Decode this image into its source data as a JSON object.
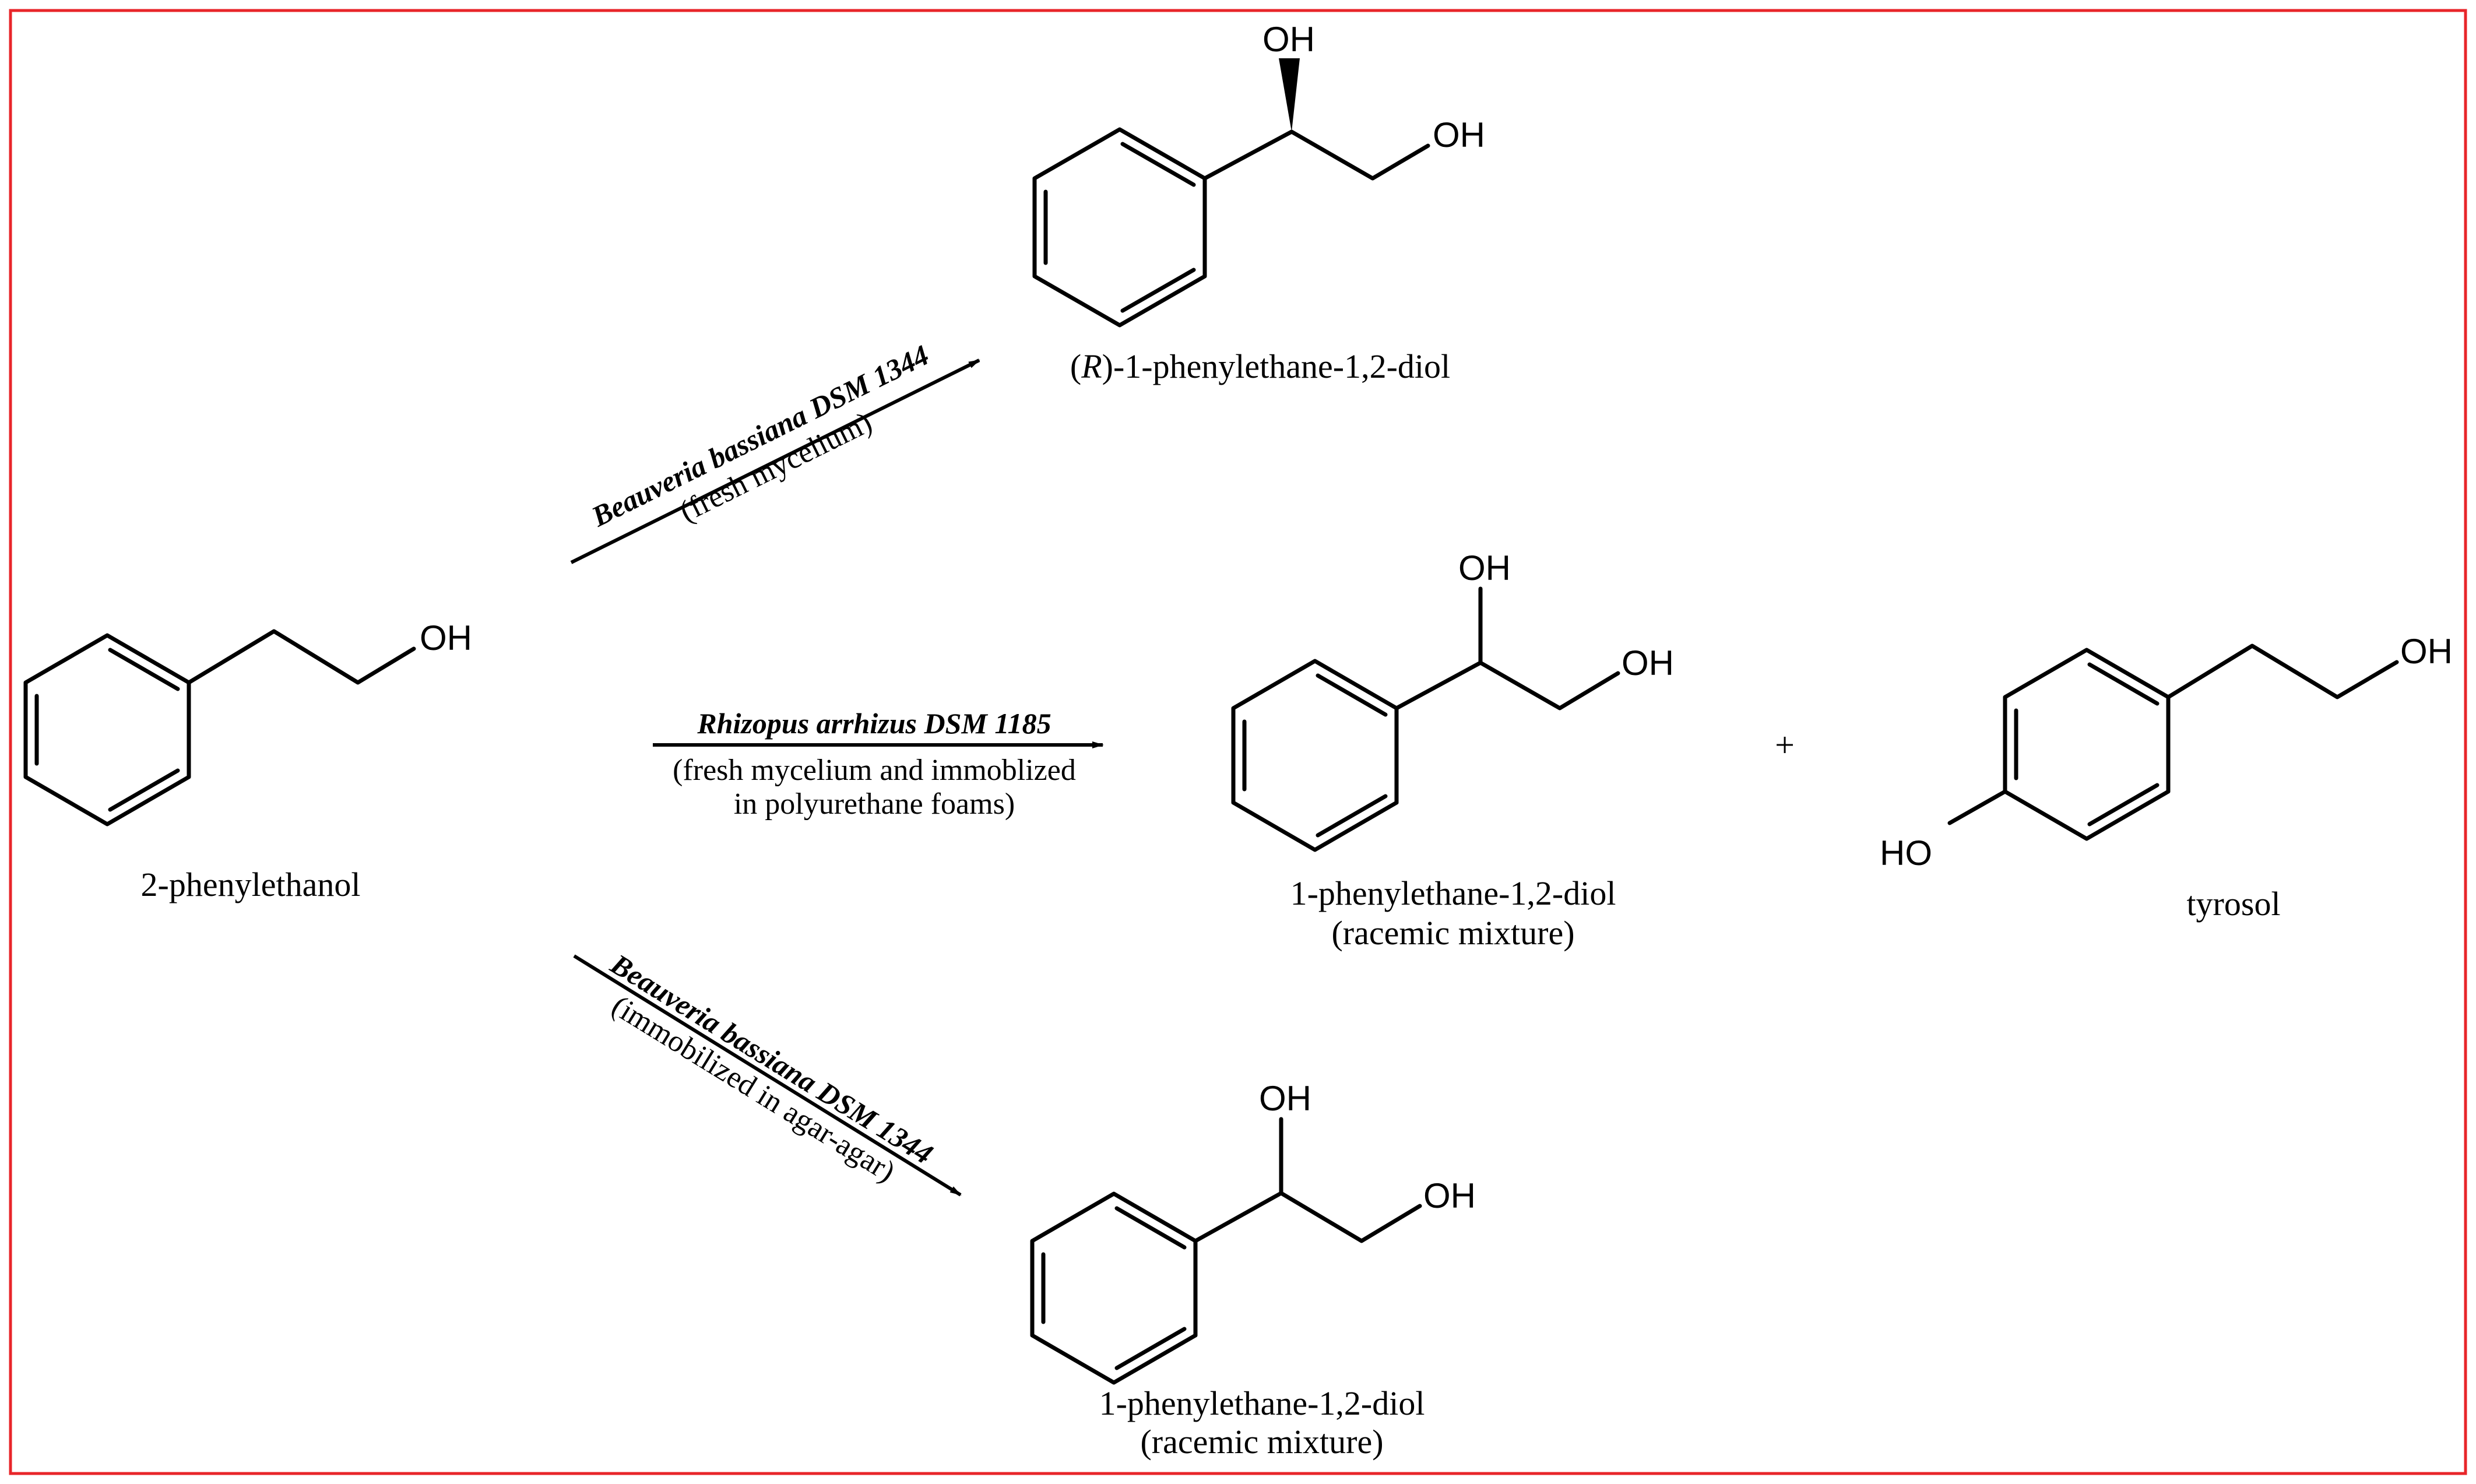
{
  "colors": {
    "frame": "#e8262a",
    "ink": "#000000"
  },
  "atoms": {
    "hydroxyl_right": "OH",
    "hydroxyl_left": "HO"
  },
  "compounds": {
    "starting_material": "2-phenylethanol",
    "product_r_diol": "(R)-1-phenylethane-1,2-diol",
    "product_racemic_diol": {
      "name": "1-phenylethane-1,2-diol",
      "note": "(racemic mixture)"
    },
    "plus_sign": "+",
    "tyrosol": "tyrosol",
    "product_racemic_diol_bottom": {
      "name": "1-phenylethane-1,2-diol",
      "note": "(racemic mixture)"
    }
  },
  "reactions": {
    "top": {
      "organism": "Beauveria bassiana DSM 1344",
      "condition": "(fresh mycelium)"
    },
    "middle": {
      "organism": "Rhizopus arrhizus DSM 1185",
      "condition_line1": "(fresh mycelium and immoblized",
      "condition_line2": "in polyurethane foams)"
    },
    "bottom": {
      "organism": "Beauveria bassiana DSM 1344",
      "condition": "(immobilized in agar-agar)"
    }
  }
}
